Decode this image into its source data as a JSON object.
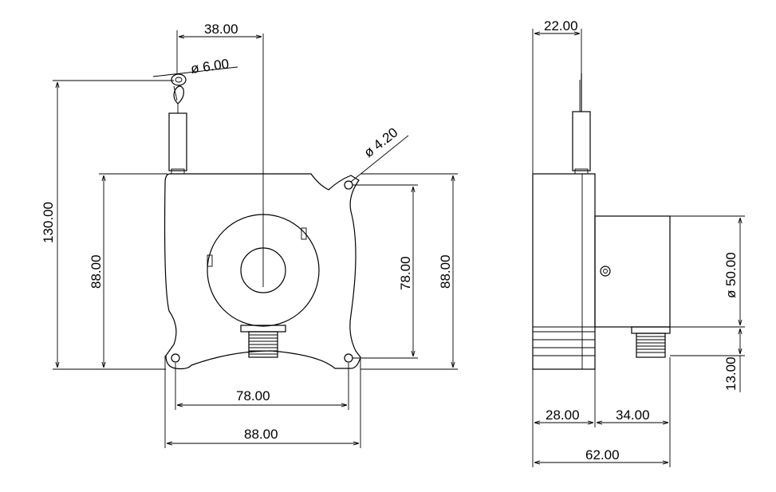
{
  "front_view": {
    "dims": {
      "top_width": "38.00",
      "cable_dia": "ø 6.00",
      "hole_dia": "ø 4.20",
      "total_height": "130.00",
      "body_height_left": "88.00",
      "hole_spacing_vertical": "78.00",
      "body_height_right": "88.00",
      "hole_spacing_horizontal": "78.00",
      "body_width": "88.00"
    }
  },
  "side_view": {
    "dims": {
      "top_offset": "22.00",
      "encoder_dia": "ø 50.00",
      "connector_offset": "13.00",
      "body_depth": "28.00",
      "encoder_depth": "34.00",
      "total_depth": "62.00"
    }
  }
}
